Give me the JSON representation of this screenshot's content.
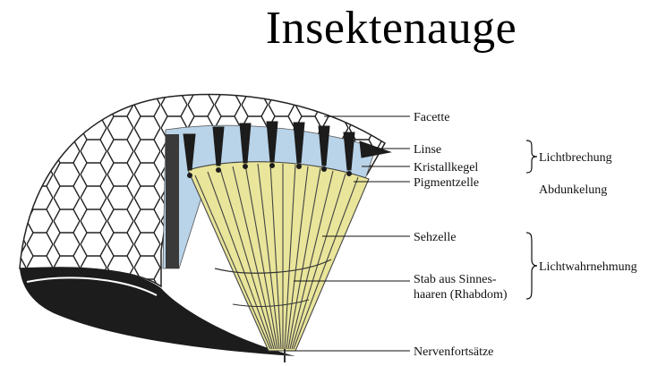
{
  "title": "Insektenauge",
  "labels": {
    "facette": "Facette",
    "linse": "Linse",
    "kristallkegel": "Kristallkegel",
    "pigmentzelle": "Pigmentzelle",
    "sehzelle": "Sehzelle",
    "stab_line1": "Stab aus Sinnes-",
    "stab_line2": "haaren (Rhabdom)",
    "nerven": "Nervenfortsätze"
  },
  "groups": {
    "lichtbrechung": "Lichtbrechung",
    "abdunkelung": "Abdunkelung",
    "lichtwahrnehmung": "Lichtwahrnehmung"
  },
  "colors": {
    "rhabdom_yellow": "#e9e59a",
    "lens_blue": "#b9d3e8",
    "pigment_dark": "#1c1c1c",
    "outline": "#222222"
  }
}
